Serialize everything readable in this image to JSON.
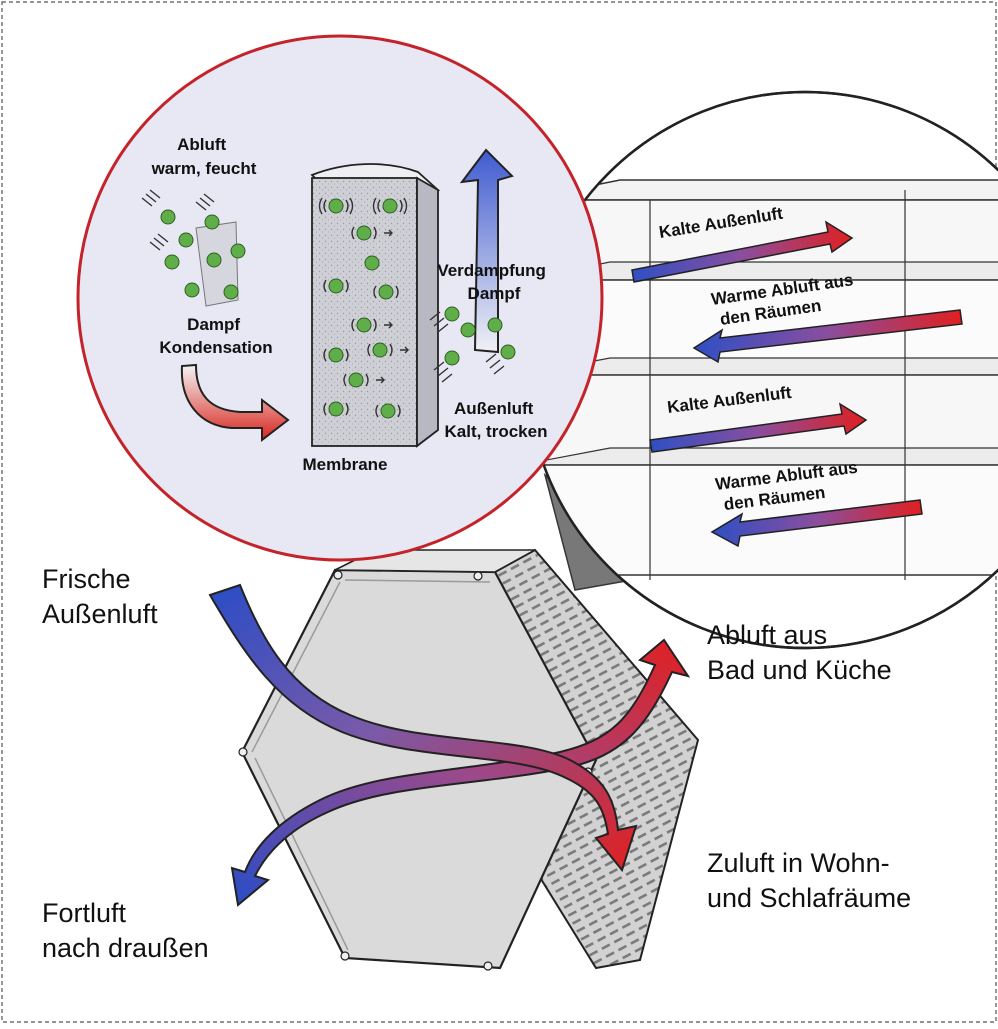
{
  "outer_labels": {
    "fresh_outdoor_air": [
      "Frische",
      "Außenluft"
    ],
    "exhaust_from_bath": [
      "Abluft aus",
      "Bad und Küche"
    ],
    "supply_to_rooms": [
      "Zuluft in Wohn-",
      "und Schlafräume"
    ],
    "outgoing_air": [
      "Fortluft",
      "nach draußen"
    ]
  },
  "detail_circle": {
    "exhaust_in": [
      "Abluft",
      "warm, feucht"
    ],
    "condensation": [
      "Dampf",
      "Kondensation"
    ],
    "membrane": "Membrane",
    "evaporation": [
      "Verdampfung",
      "Dampf"
    ],
    "outdoor_in": [
      "Außenluft",
      "Kalt, trocken"
    ]
  },
  "layer_circle": {
    "channels": [
      {
        "label": "Kalte Außenluft",
        "lines": [
          "Kalte Außenluft"
        ],
        "direction": "right",
        "air": "cold"
      },
      {
        "label": "Warme Abluft aus den Räumen",
        "lines": [
          "Warme Abluft aus",
          "den Räumen"
        ],
        "direction": "left",
        "air": "warm"
      },
      {
        "label": "Kalte Außenluft",
        "lines": [
          "Kalte Außenluft"
        ],
        "direction": "right",
        "air": "cold"
      },
      {
        "label": "Warme Abluft aus den Räumen",
        "lines": [
          "Warme Abluft aus",
          "den Räumen"
        ],
        "direction": "left",
        "air": "warm"
      }
    ]
  },
  "colors": {
    "cold": "#3b57c9",
    "warm": "#d91f1f",
    "circle_border": "#c4232a",
    "circle_fill": "#e7e8f3",
    "water_particle": "#5fae4a",
    "exchanger_face": "#d9d9d9"
  }
}
